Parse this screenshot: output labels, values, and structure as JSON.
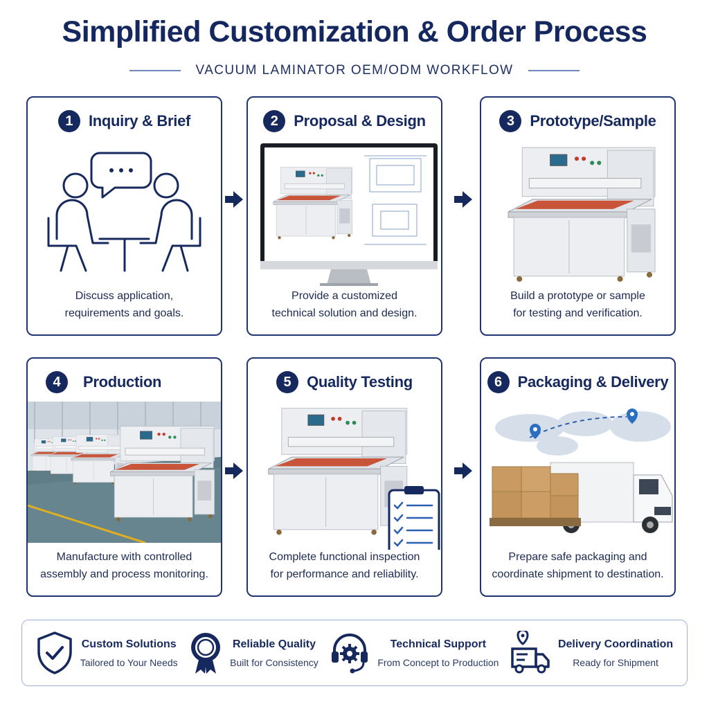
{
  "header": {
    "title": "Simplified Customization & Order Process",
    "subtitle": "VACUUM LAMINATOR OEM/ODM WORKFLOW"
  },
  "steps": [
    {
      "number": "1",
      "title": "Inquiry & Brief",
      "desc_line1": "Discuss application,",
      "desc_line2": "requirements and goals.",
      "art": "meeting-icon"
    },
    {
      "number": "2",
      "title": "Proposal & Design",
      "desc_line1": "Provide a customized",
      "desc_line2": "technical solution and design.",
      "art": "monitor-design-image"
    },
    {
      "number": "3",
      "title": "Prototype/Sample",
      "desc_line1": "Build a prototype or sample",
      "desc_line2": "for testing and verification.",
      "art": "laminator-machine-image"
    },
    {
      "number": "4",
      "title": "Production",
      "desc_line1": "Manufacture with controlled",
      "desc_line2": "assembly and process monitoring.",
      "art": "factory-line-image"
    },
    {
      "number": "5",
      "title": "Quality Testing",
      "desc_line1": "Complete functional inspection",
      "desc_line2": "for performance and reliability.",
      "art": "machine-checklist-image"
    },
    {
      "number": "6",
      "title": "Packaging & Delivery",
      "desc_line1": "Prepare safe packaging and",
      "desc_line2": "coordinate shipment to destination.",
      "art": "truck-boxes-image"
    }
  ],
  "benefits": [
    {
      "title": "Custom Solutions",
      "sub": "Tailored to Your Needs",
      "icon": "shield-check-icon"
    },
    {
      "title": "Reliable Quality",
      "sub": "Built for Consistency",
      "icon": "award-badge-icon"
    },
    {
      "title": "Technical Support",
      "sub": "From Concept to Production",
      "icon": "headset-gear-icon"
    },
    {
      "title": "Delivery Coordination",
      "sub": "Ready for Shipment",
      "icon": "truck-pin-icon"
    }
  ],
  "colors": {
    "navy": "#16295f",
    "accent_line": "#6f86bd",
    "press_plate": "#c8553a"
  }
}
